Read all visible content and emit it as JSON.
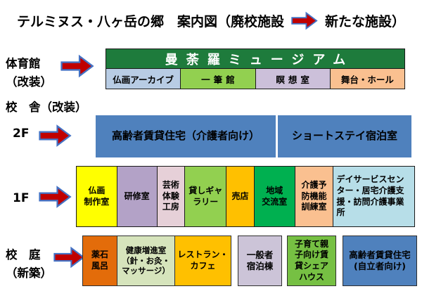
{
  "title": {
    "text_before_arrow": "テルミヌス・八ヶ岳の郷　案内図（廃校施設",
    "text_after_arrow": "新たな施設）"
  },
  "arrow": {
    "fill": "#c00000",
    "outline": "#4472c4"
  },
  "sections": {
    "gym": {
      "label": "体育館\n（改装）",
      "museum": {
        "title": "曼荼羅ミュージアム",
        "title_bg": "#1e7b3c",
        "title_color": "#ffffff",
        "rooms": [
          {
            "label": "仏画アーカイブ",
            "bg": "#b8cce4"
          },
          {
            "label": "一筆館",
            "bg": "#92d050"
          },
          {
            "label": "瞑想室",
            "bg": "#ccc0da"
          },
          {
            "label": "舞台・ホール",
            "bg": "#fac090"
          }
        ]
      }
    },
    "school": {
      "label": "校　舎（改装）"
    },
    "floor2": {
      "label": "2F",
      "rooms": [
        {
          "label": "高齢者賃貸住宅（介護者向け）",
          "bg": "#4f81bd"
        },
        {
          "label": "ショートステイ宿泊室",
          "bg": "#4f81bd"
        }
      ]
    },
    "floor1": {
      "label": "1F",
      "rooms": [
        {
          "label": "仏画\n制作室",
          "bg": "#ffff00"
        },
        {
          "label": "研修室",
          "bg": "#b3a2c7"
        },
        {
          "label": "芸術\n体験\n工房",
          "bg": "#e6d0d8"
        },
        {
          "label": "貸しギャ\nラリー",
          "bg": "#92d050"
        },
        {
          "label": "売店",
          "bg": "#ffc000"
        },
        {
          "label": "地域\n交流室",
          "bg": "#00b050"
        },
        {
          "label": "介護予\n防機能\n訓練室",
          "bg": "#fac090"
        },
        {
          "label": "デイサービスセンター・居宅介護支援・訪問介護事業所",
          "bg": "#b7dee8"
        }
      ]
    },
    "yard": {
      "label": "校　庭\n（新築）",
      "rooms": [
        {
          "label": "薬石\n風呂",
          "bg": "#e36c0a"
        },
        {
          "label": "健康増進室\n（針・お灸・\nマッサージ）",
          "bg": "#d6e4bc"
        },
        {
          "label": "レストラン・\nカフェ",
          "bg": "#ffc000"
        },
        {
          "label": "一般者\n宿泊棟",
          "bg": "#ccc4d8"
        },
        {
          "label": "子育て親\n子向け賃\n貸シェア\nハウス",
          "bg": "#76c043"
        },
        {
          "label": "高齢者賃貸住宅\n(自立者向け)",
          "bg": "#4f81bd"
        }
      ]
    }
  }
}
